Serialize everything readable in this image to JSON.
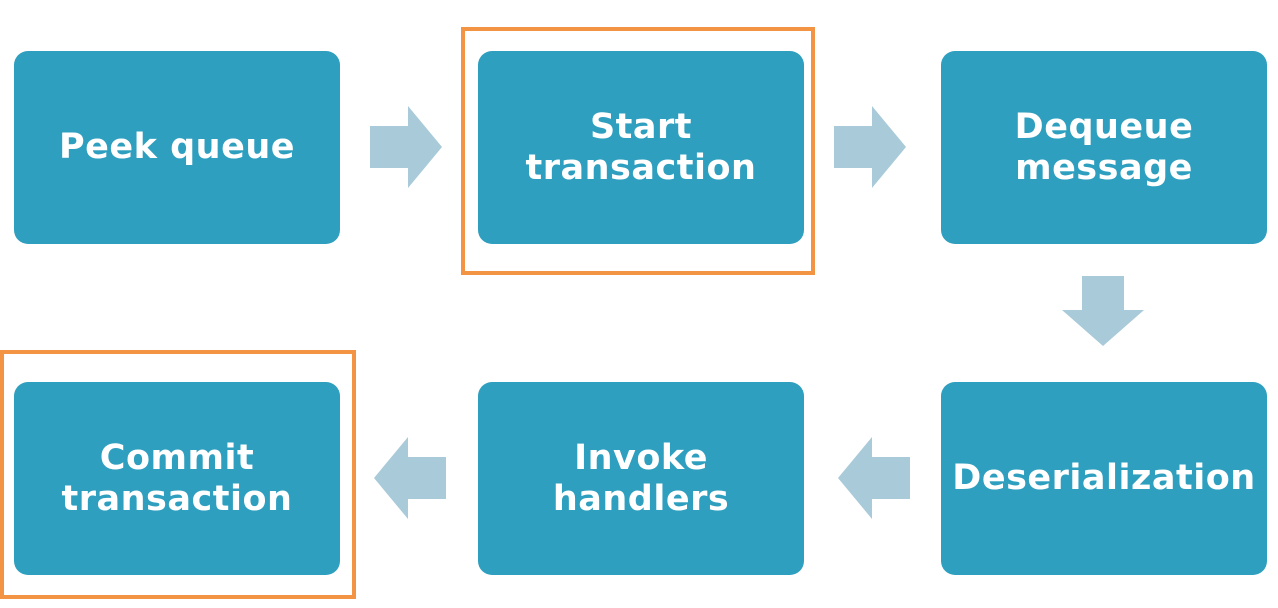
{
  "steps": [
    {
      "id": "peek-queue",
      "label": "Peek queue",
      "highlighted": false
    },
    {
      "id": "start-transaction",
      "label": "Start\ntransaction",
      "highlighted": true
    },
    {
      "id": "dequeue-message",
      "label": "Dequeue\nmessage",
      "highlighted": false
    },
    {
      "id": "deserialization",
      "label": "Deserialization",
      "highlighted": false
    },
    {
      "id": "invoke-handlers",
      "label": "Invoke\nhandlers",
      "highlighted": false
    },
    {
      "id": "commit-transaction",
      "label": "Commit\ntransaction",
      "highlighted": true
    }
  ],
  "colors": {
    "box_fill": "#2e9fbf",
    "box_text": "#ffffff",
    "highlight_border": "#f39344",
    "arrow_fill": "#a8cad9",
    "background": "#ffffff"
  }
}
